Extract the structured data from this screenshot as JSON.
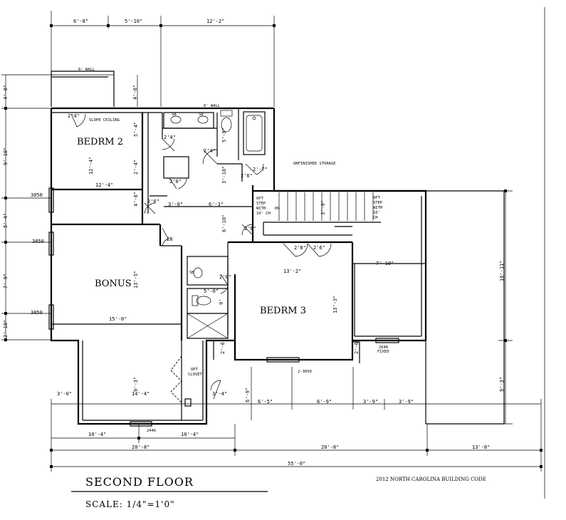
{
  "title": "SECOND FLOOR",
  "scale": "SCALE:  1/4\"=1'0\"",
  "code": "2012 NORTH CAROLINA BUILDING CODE",
  "rooms": {
    "bedrm2": "BEDRM 2",
    "bonus": "BONUS",
    "bedrm3": "BEDRM 3"
  },
  "notes": {
    "wall6_top": "6' WALL",
    "wall6_bath": "6' WALL",
    "slope": "SLOPE CEILING",
    "storage": "UNFINISHED STORAGE",
    "opt_stair_l": [
      "OPT",
      "STEP",
      "WITH",
      "10' CH"
    ],
    "dn": "DN",
    "opt_stair_r": [
      "OPT",
      "STEP",
      "WITH",
      "10'",
      "CH"
    ],
    "opt_closet": [
      "OPT",
      "CLOSET"
    ],
    "sb": "SB"
  },
  "windows": {
    "w3050_a": "3050",
    "w3050_b": "3050",
    "w3050_c": "3050",
    "w2446": "2446",
    "w2_3050": "2-3050",
    "w2646": "2646",
    "fixed": "FIXED"
  },
  "dims": {
    "top1": "6'-8\"",
    "top2": "5'-10\"",
    "top3": "12'-2\"",
    "left1": "4'-0\"",
    "left2": "9'-10\"",
    "left3": "5'-4\"",
    "left4": "7'-9\"",
    "left5": "2'-10\"",
    "b2_width": "12'-4\"",
    "b2_depth": "12'-4\"",
    "a_2_4": "2'4\"",
    "b_2_4": "2'4\"",
    "c_2_4": "2'4\"",
    "d_5_4": "5'-4\"",
    "e_2_4": "2'-4\"",
    "f_2_0": "2'0\"",
    "g_4_8": "4'-8\"",
    "h_2_6": "2'6\"",
    "i_3_0": "3'-0\"",
    "j_6_3": "6'-3\"",
    "k_3_10": "3'-10\"",
    "l_2_6": "2'6\"",
    "m_2_7": "2'-7\"",
    "n_5_8": "5'-8\"",
    "o_6_10": "6'-10\"",
    "p_2_6": "2'6\"",
    "q_28": "28",
    "r_2_8": "2'8\"",
    "s_2_6": "2'6\"",
    "t_2_0": "2'0\"",
    "u_13_2": "13'-2\"",
    "v_13_3": "13'-3\"",
    "bonus_depth": "13'-5\"",
    "bonus_width": "15'-0\"",
    "bath_5_0": "5'-0\"",
    "bath_9": "9'",
    "stor_7_10": "7'-10\"",
    "stor_16_11": "16'-11\"",
    "b_3_0": "3'-0\"",
    "b_14_4": "14'-4\"",
    "b_3_4": "3'-4\"",
    "b_9_3": "9'-3\"",
    "b_6_9": "6'-9\"",
    "b_6_5": "6'-5\"",
    "b_6_9b": "6'-9\"",
    "b_3_9": "3'-9\"",
    "b_3_9b": "3'-9\"",
    "b_9_3r": "9'-3\"",
    "s_3_9": "3'-9\"",
    "s_2_6b": "2'-6\"",
    "s_2_6c": "2'-6\"",
    "bot_10_4a": "10'-4\"",
    "bot_10_4b": "10'-4\"",
    "bot_20_8a": "20'-8\"",
    "bot_20_8b": "20'-8\"",
    "bot_13_8": "13'-8\"",
    "overall": "55'-0\""
  },
  "fixtures": {
    "sink_a": "SB",
    "sink_b": "SB"
  }
}
